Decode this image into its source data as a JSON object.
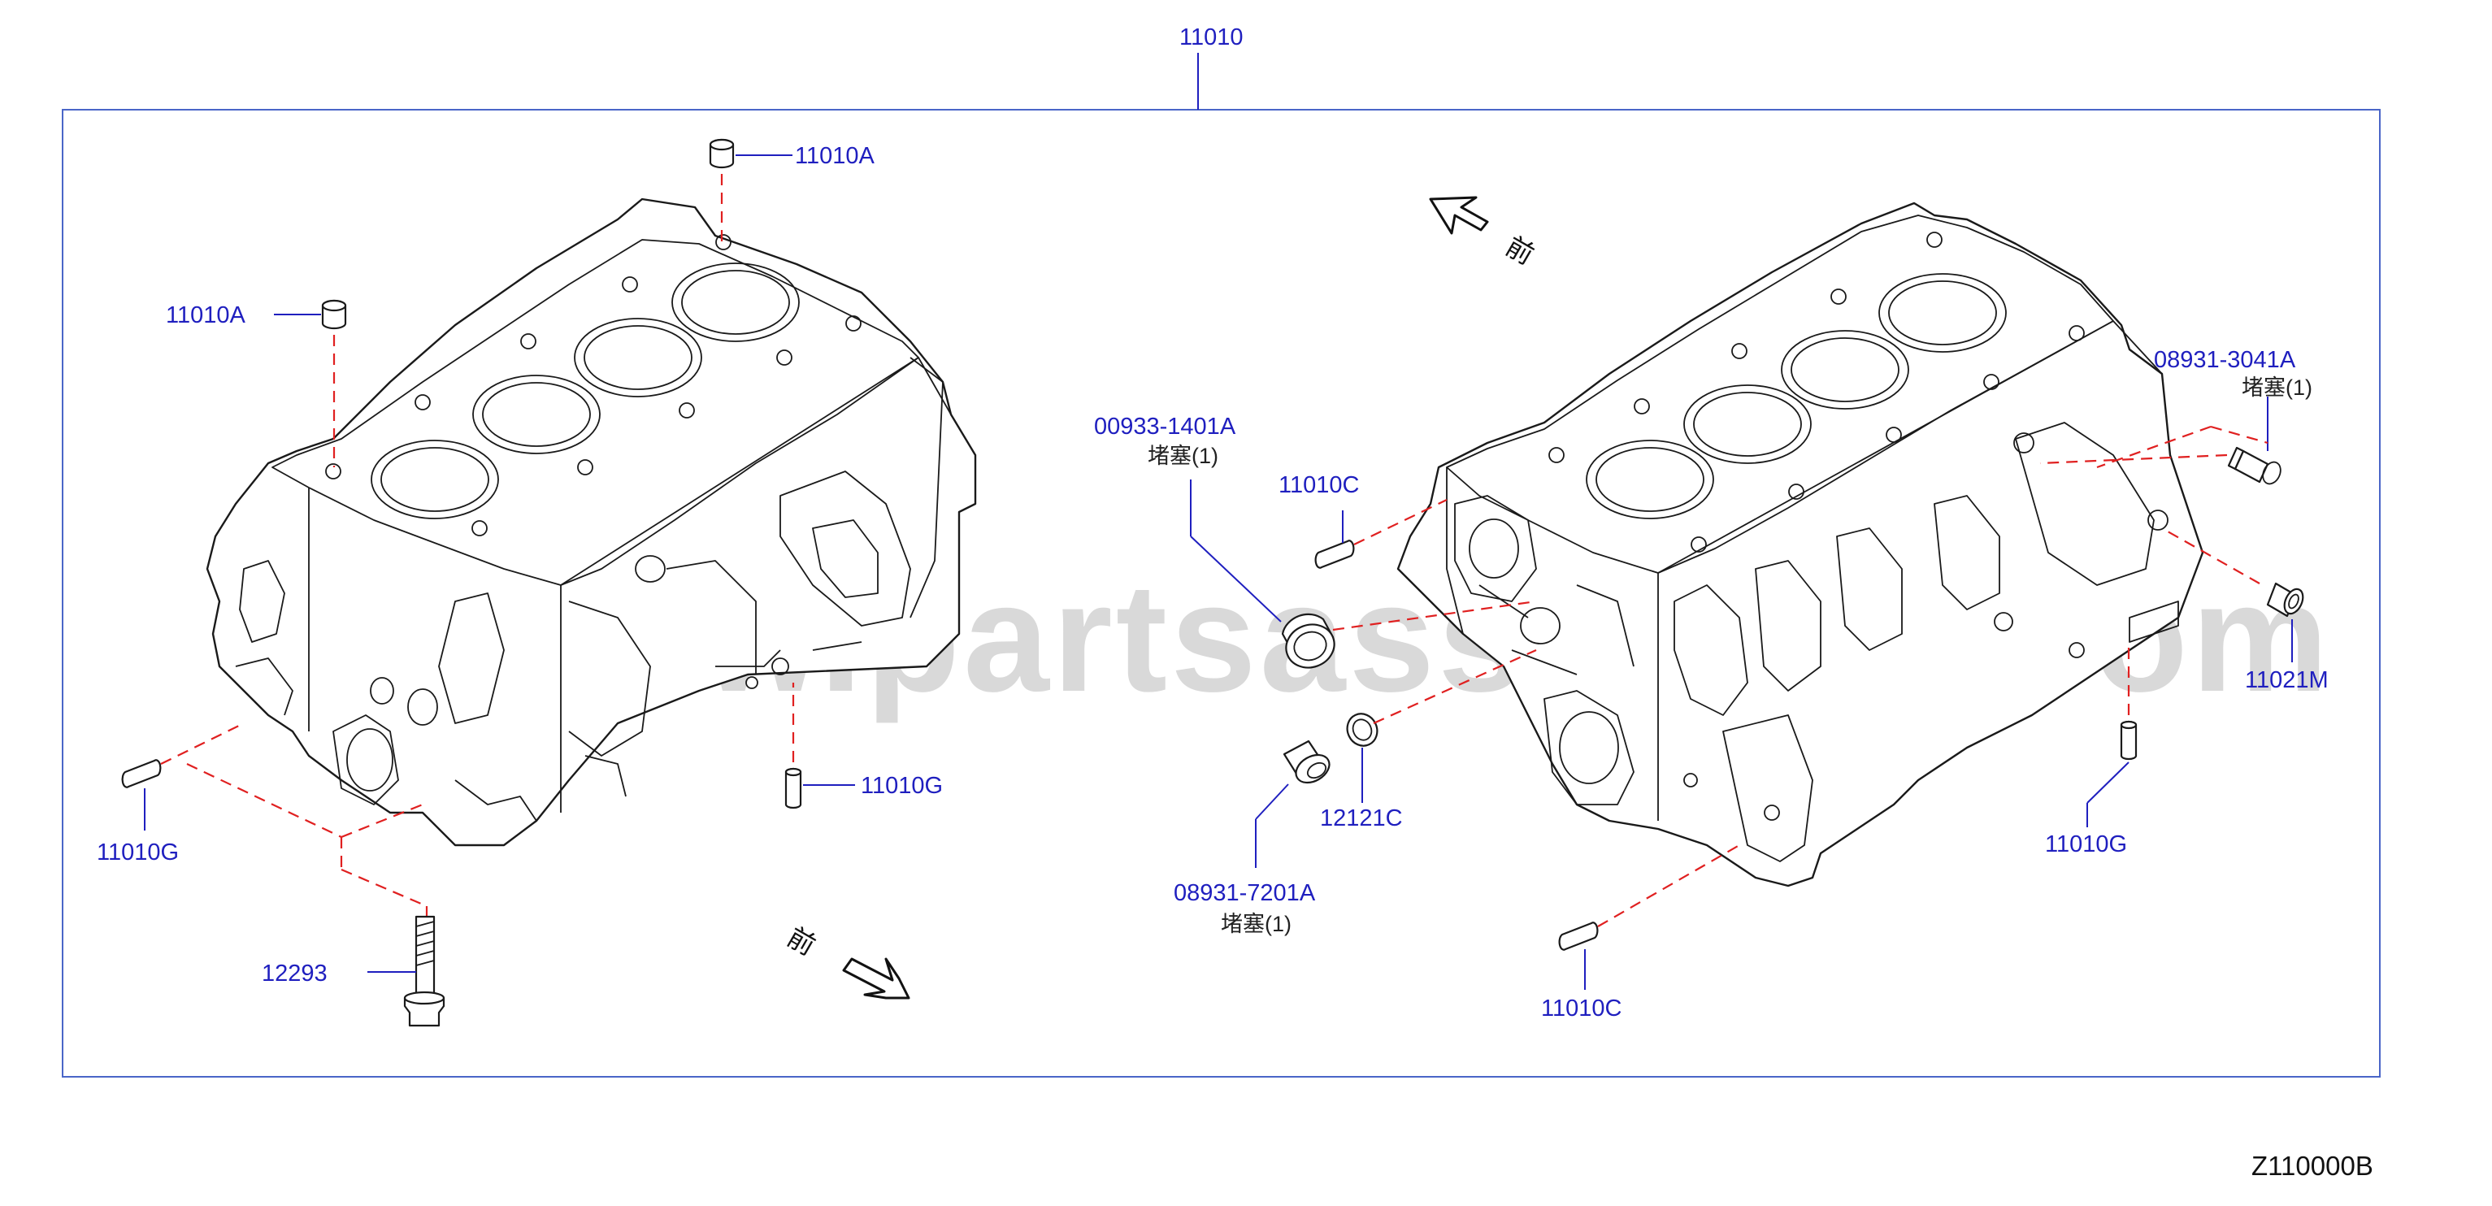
{
  "diagram": {
    "top_part": "11010",
    "diagram_code": "Z110000B",
    "watermark": "www.partsassistant.com",
    "front_mark": "前",
    "left_block": {
      "labels": {
        "a_top": "11010A",
        "a_left": "11010A",
        "g_right": "11010G",
        "g_left": "11010G",
        "bolt": "12293"
      }
    },
    "right_block": {
      "labels": {
        "seal": "00933-1401A",
        "seal_note": "堵塞(1)",
        "c_top": "11010C",
        "plug_left": "08931-7201A",
        "plug_left_note": "堵塞(1)",
        "washer": "12121C",
        "c_bottom": "11010C",
        "plug_right": "08931-3041A",
        "plug_right_note": "堵塞(1)",
        "m_plug": "11021M",
        "g_right": "11010G"
      }
    }
  }
}
